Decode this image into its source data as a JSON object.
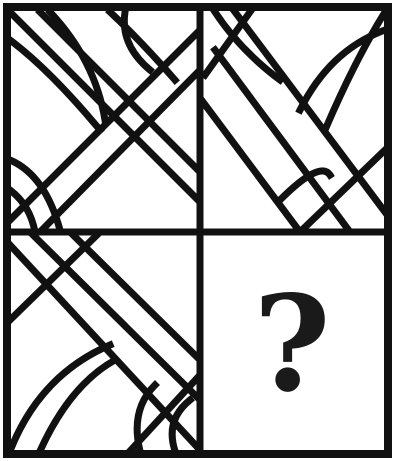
{
  "puzzle": {
    "missing_cell_label": "?",
    "line_color": "#111111",
    "background_color": "#ffffff",
    "cells": [
      {
        "position": "top-left",
        "status": "pattern"
      },
      {
        "position": "top-right",
        "status": "pattern"
      },
      {
        "position": "bottom-left",
        "status": "pattern"
      },
      {
        "position": "bottom-right",
        "status": "missing"
      }
    ]
  }
}
